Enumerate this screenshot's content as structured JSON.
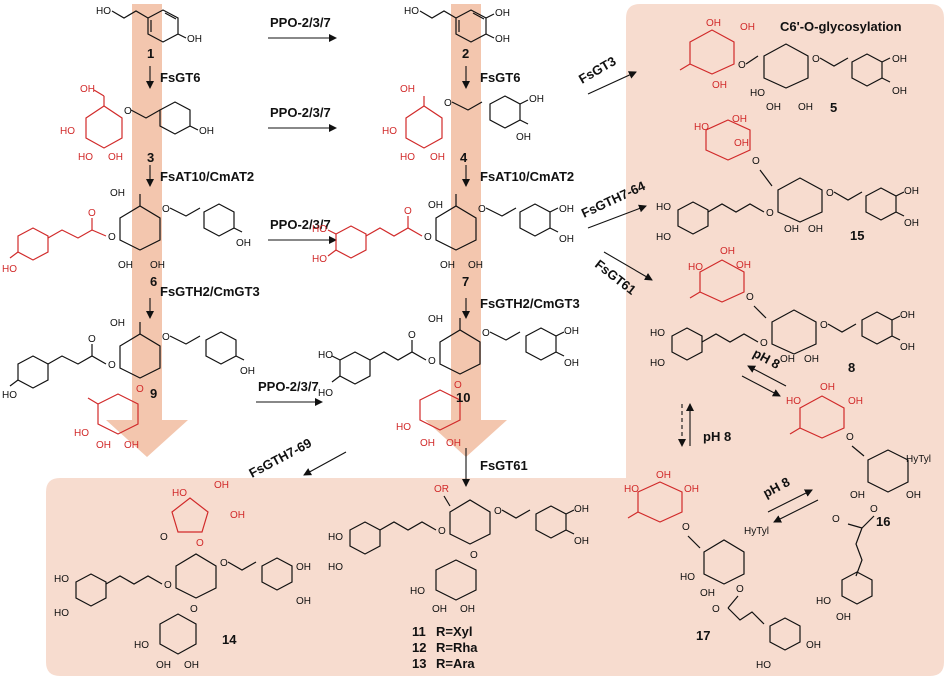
{
  "panel_title": "C6'-O-glycosylation",
  "enzymes": {
    "ppo": "PPO-2/3/7",
    "fsgt6": "FsGT6",
    "fsat10": "FsAT10/CmAT2",
    "fsgth2": "FsGTH2/CmGT3",
    "fsgt3": "FsGT3",
    "fsgth7_64": "FsGTH7-64",
    "fsgt61": "FsGT61",
    "fsgth7_69": "FsGTH7-69",
    "ph8": "pH 8"
  },
  "compounds": {
    "c1": "1",
    "c2": "2",
    "c3": "3",
    "c4": "4",
    "c5": "5",
    "c6": "6",
    "c7": "7",
    "c8": "8",
    "c9": "9",
    "c10": "10",
    "c14": "14",
    "c15": "15",
    "c16": "16",
    "c17": "17",
    "c11": "11",
    "c12": "12",
    "c13": "13",
    "r11": "R=Xyl",
    "r12": "R=Rha",
    "r13": "R=Ara",
    "or": "OR",
    "hytyl": "HyTyl"
  },
  "atoms": {
    "oh": "OH",
    "ho": "HO",
    "o": "O"
  },
  "colors": {
    "panel": "#f7dccf",
    "flow_arrow": "#f3c6ae",
    "highlight": "#d12a2a",
    "ink": "#111111"
  }
}
